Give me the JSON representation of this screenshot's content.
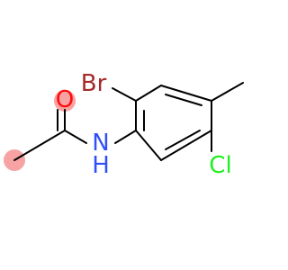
{
  "molecule": {
    "atoms": {
      "oxygen": "O",
      "nitrogen_h": "H",
      "nitrogen": "N",
      "bromine": "Br",
      "chlorine": "Cl"
    },
    "colors": {
      "oxygen": "#ff0d0d",
      "nitrogen": "#3050f8",
      "bromine": "#a62929",
      "chlorine": "#1ff01f",
      "bond": "#000000",
      "highlight": "#f7a3a3"
    }
  }
}
